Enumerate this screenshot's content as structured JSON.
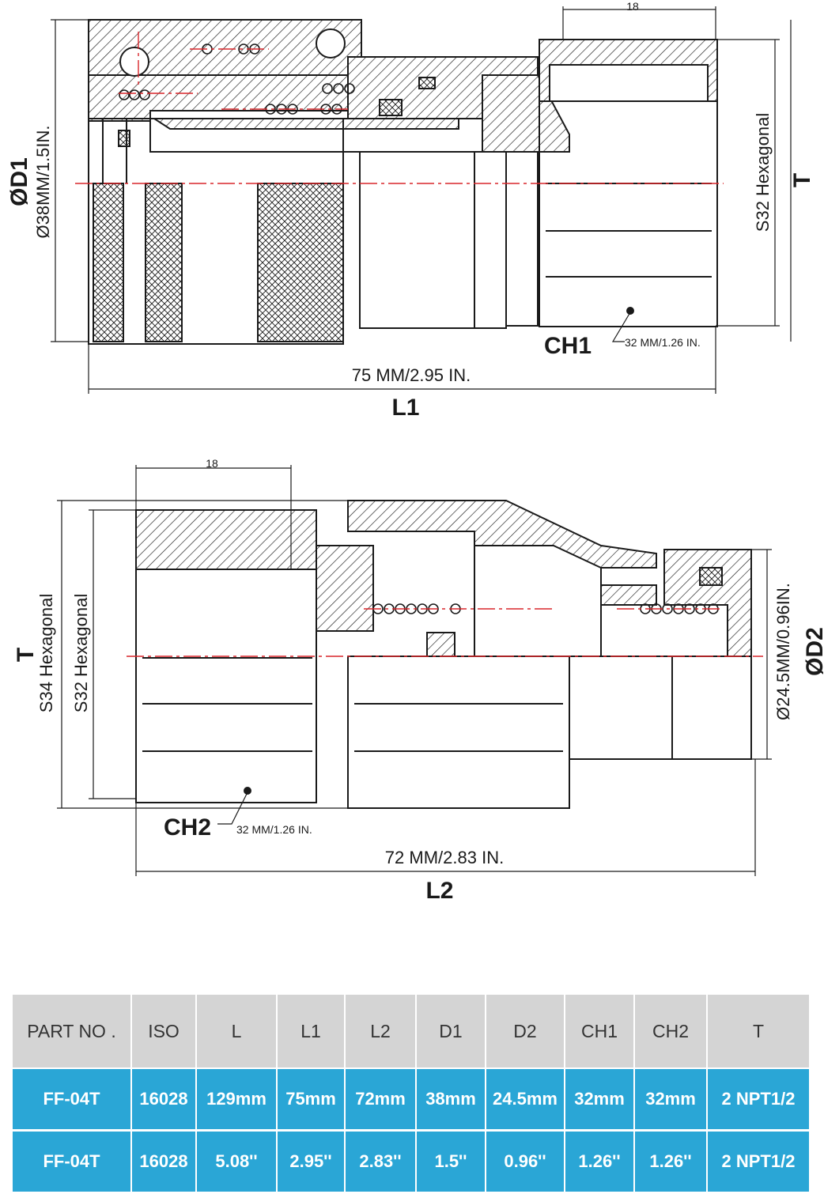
{
  "drawing1": {
    "dim_top": "18",
    "diameter_label": "ØD1",
    "diameter_value": "Ø38MM/1.5IN.",
    "hex_label": "S32 Hexagonal",
    "thread_label": "T",
    "ch_label": "CH1",
    "ch_value": "32 MM/1.26 IN.",
    "length_value": "75 MM/2.95 IN.",
    "length_label": "L1"
  },
  "drawing2": {
    "dim_top": "18",
    "thread_label": "T",
    "hex_outer_label": "S34 Hexagonal",
    "hex_inner_label": "S32 Hexagonal",
    "diameter_label": "ØD2",
    "diameter_value": "Ø24.5MM/0.96IN.",
    "ch_label": "CH2",
    "ch_value": "32 MM/1.26 IN.",
    "length_value": "72 MM/2.83 IN.",
    "length_label": "L2"
  },
  "table": {
    "headers": [
      "PART NO .",
      "ISO",
      "L",
      "L1",
      "L2",
      "D1",
      "D2",
      "CH1",
      "CH2",
      "T"
    ],
    "rows": [
      [
        "FF-04T",
        "16028",
        "129mm",
        "75mm",
        "72mm",
        "38mm",
        "24.5mm",
        "32mm",
        "32mm",
        "2 NPT1/2"
      ],
      [
        "FF-04T",
        "16028",
        "5.08''",
        "2.95''",
        "2.83''",
        "1.5''",
        "0.96''",
        "1.26''",
        "1.26''",
        "2 NPT1/2"
      ]
    ]
  },
  "colors": {
    "line": "#1a1a1a",
    "centerline": "#d9262b",
    "table_header": "#d4d4d4",
    "table_row": "#2aa6d6"
  }
}
